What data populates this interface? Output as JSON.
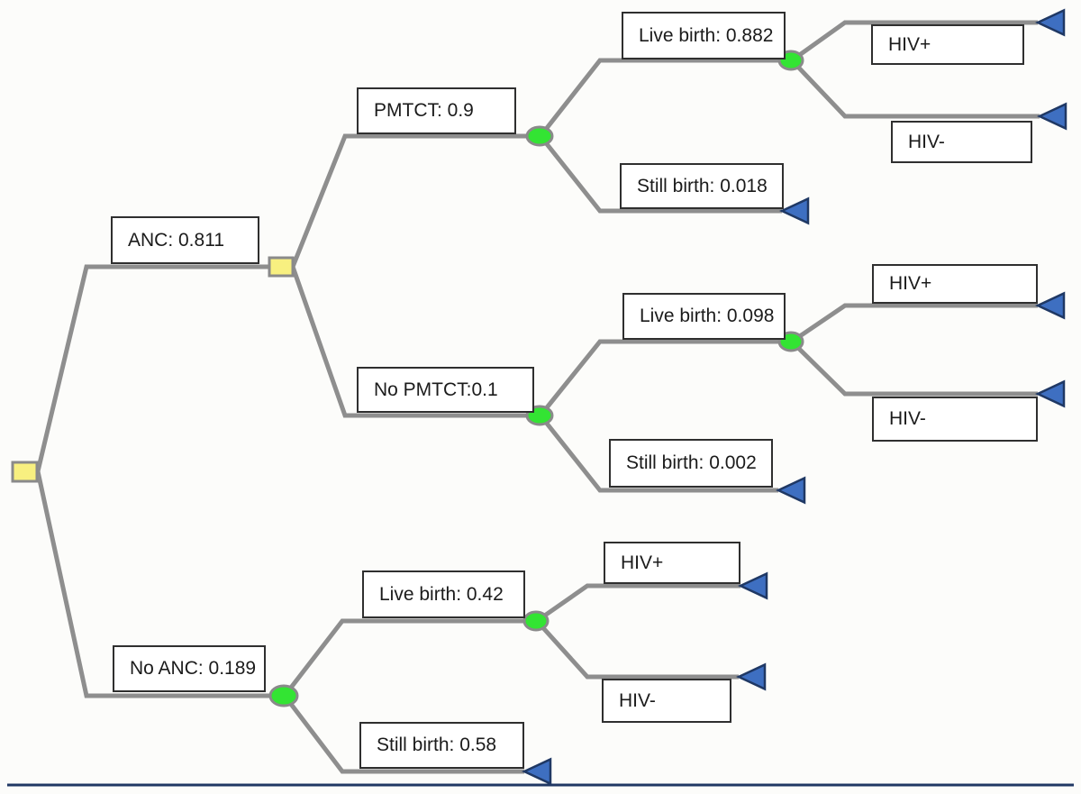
{
  "figure": {
    "type": "decision-tree",
    "description": "Decision tree of antenatal care (ANC), PMTCT, birth outcome and infant HIV status",
    "node_types": {
      "decision": "yellow-square",
      "chance": "green-ellipse",
      "terminal": "blue-triangle"
    }
  },
  "colors": {
    "background": "#FCFCFA",
    "decision_node": "#F8F080",
    "chance_node": "#33E433",
    "terminal_node": "#3E6FC1",
    "terminal_border": "#1F3864",
    "branch_line": "#8E8E8E",
    "box_border": "#2F2F2F",
    "bottom_rule": "#203864"
  },
  "tree": {
    "anc": {
      "label": "ANC: 0.811",
      "name": "ANC",
      "probability": 0.811,
      "pmtct": {
        "label": "PMTCT: 0.9",
        "name": "PMTCT",
        "probability": 0.9,
        "live_birth": {
          "label": "Live birth: 0.882",
          "name": "Live birth",
          "probability": 0.882,
          "hiv_pos": {
            "label": "HIV+"
          },
          "hiv_neg": {
            "label": "HIV-"
          }
        },
        "still_birth": {
          "label": "Still birth: 0.018",
          "name": "Still birth",
          "probability": 0.018
        }
      },
      "no_pmtct": {
        "label": "No PMTCT:0.1",
        "name": "No PMTCT",
        "probability": 0.1,
        "live_birth": {
          "label": "Live birth: 0.098",
          "name": "Live birth",
          "probability": 0.098,
          "hiv_pos": {
            "label": "HIV+"
          },
          "hiv_neg": {
            "label": "HIV-"
          }
        },
        "still_birth": {
          "label": "Still birth: 0.002",
          "name": "Still birth",
          "probability": 0.002
        }
      }
    },
    "no_anc": {
      "label": "No ANC: 0.189",
      "name": "No ANC",
      "probability": 0.189,
      "live_birth": {
        "label": "Live birth: 0.42",
        "name": "Live birth",
        "probability": 0.42,
        "hiv_pos": {
          "label": "HIV+"
        },
        "hiv_neg": {
          "label": "HIV-"
        }
      },
      "still_birth": {
        "label": "Still birth: 0.58",
        "name": "Still birth",
        "probability": 0.58
      }
    }
  }
}
